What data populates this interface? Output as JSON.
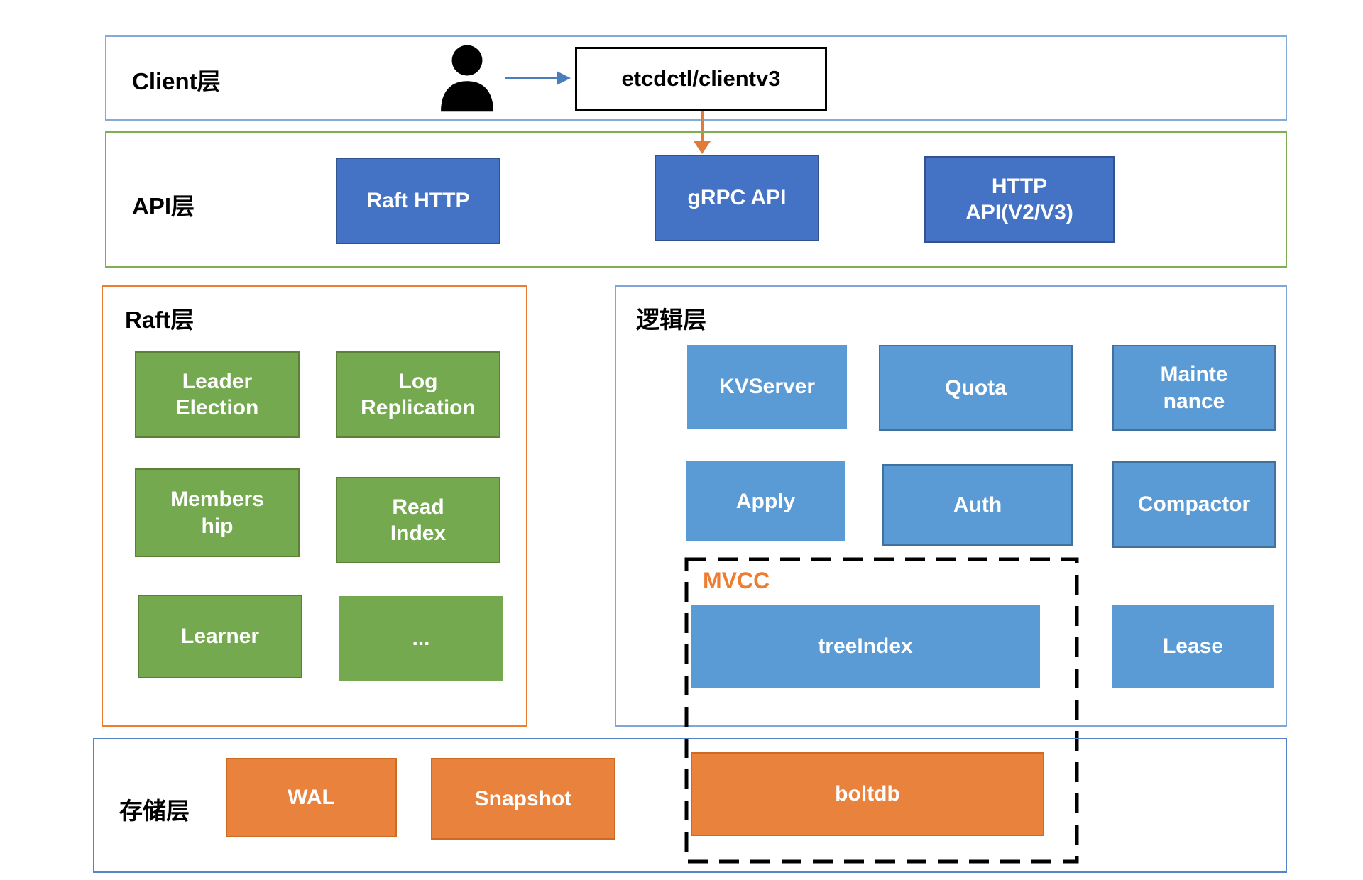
{
  "client_layer": {
    "label": "Client层",
    "client_box": "etcdctl/clientv3"
  },
  "api_layer": {
    "label": "API层",
    "raft_http": "Raft HTTP",
    "grpc_api": "gRPC API",
    "http_api": "HTTP\nAPI(V2/V3)"
  },
  "raft_layer": {
    "label": "Raft层",
    "boxes": [
      "Leader\nElection",
      "Log\nReplication",
      "Members\nhip",
      "Read\nIndex",
      "Learner",
      "..."
    ]
  },
  "logic_layer": {
    "label": "逻辑层",
    "kvserver": "KVServer",
    "quota": "Quota",
    "maintenance": "Mainte\nnance",
    "apply": "Apply",
    "auth": "Auth",
    "compactor": "Compactor",
    "mvcc_label": "MVCC",
    "tree_index": "treeIndex",
    "lease": "Lease"
  },
  "storage_layer": {
    "label": "存储层",
    "wal": "WAL",
    "snapshot": "Snapshot",
    "boltdb": "boltdb"
  },
  "icons": {
    "user": "user-icon",
    "right_arrow": "arrow-right-icon",
    "down_arrow": "arrow-down-icon"
  },
  "colors": {
    "client_frame_border": "#82ABD8",
    "api_frame_border": "#7FAF53",
    "raft_frame_border": "#ED7D31",
    "logic_frame_border": "#7EA6D9",
    "storage_frame_border": "#5585C8",
    "api_box_fill": "#4472C4",
    "raft_box_fill": "#74A94F",
    "logic_box_fill": "#5B9BD5",
    "storage_box_fill": "#E8823C",
    "mvcc_label_color": "#ED7D31",
    "down_arrow_color": "#E07B39",
    "right_arrow_color": "#4A7EBB"
  }
}
